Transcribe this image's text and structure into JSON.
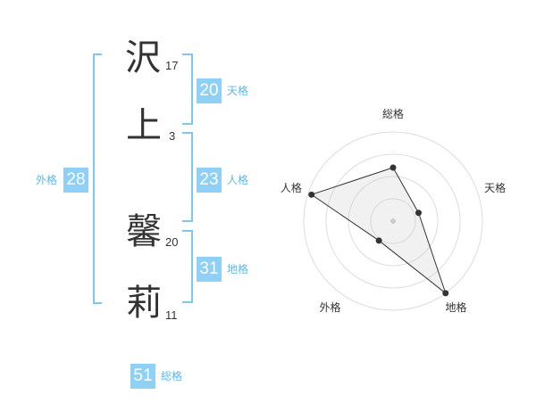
{
  "name": {
    "chars": [
      {
        "char": "沢",
        "strokes": "17"
      },
      {
        "char": "上",
        "strokes": "3"
      },
      {
        "char": "馨",
        "strokes": "20"
      },
      {
        "char": "莉",
        "strokes": "11"
      }
    ]
  },
  "kaku": {
    "tenkaku": {
      "value": "20",
      "label": "天格"
    },
    "jinkaku": {
      "value": "23",
      "label": "人格"
    },
    "chikaku": {
      "value": "31",
      "label": "地格"
    },
    "gaikaku": {
      "value": "28",
      "label": "外格"
    },
    "soukaku": {
      "value": "51",
      "label": "総格"
    }
  },
  "colors": {
    "badge": "#8ed0f6",
    "bracket": "#7fc7f0",
    "label": "#5ab9ee",
    "text": "#333333"
  },
  "chart_data": {
    "type": "radar",
    "axes": [
      "総格",
      "天格",
      "地格",
      "外格",
      "人格"
    ],
    "values": [
      0.6,
      0.3,
      1.0,
      0.27,
      0.96
    ],
    "max": 1.0,
    "rings": 4
  }
}
